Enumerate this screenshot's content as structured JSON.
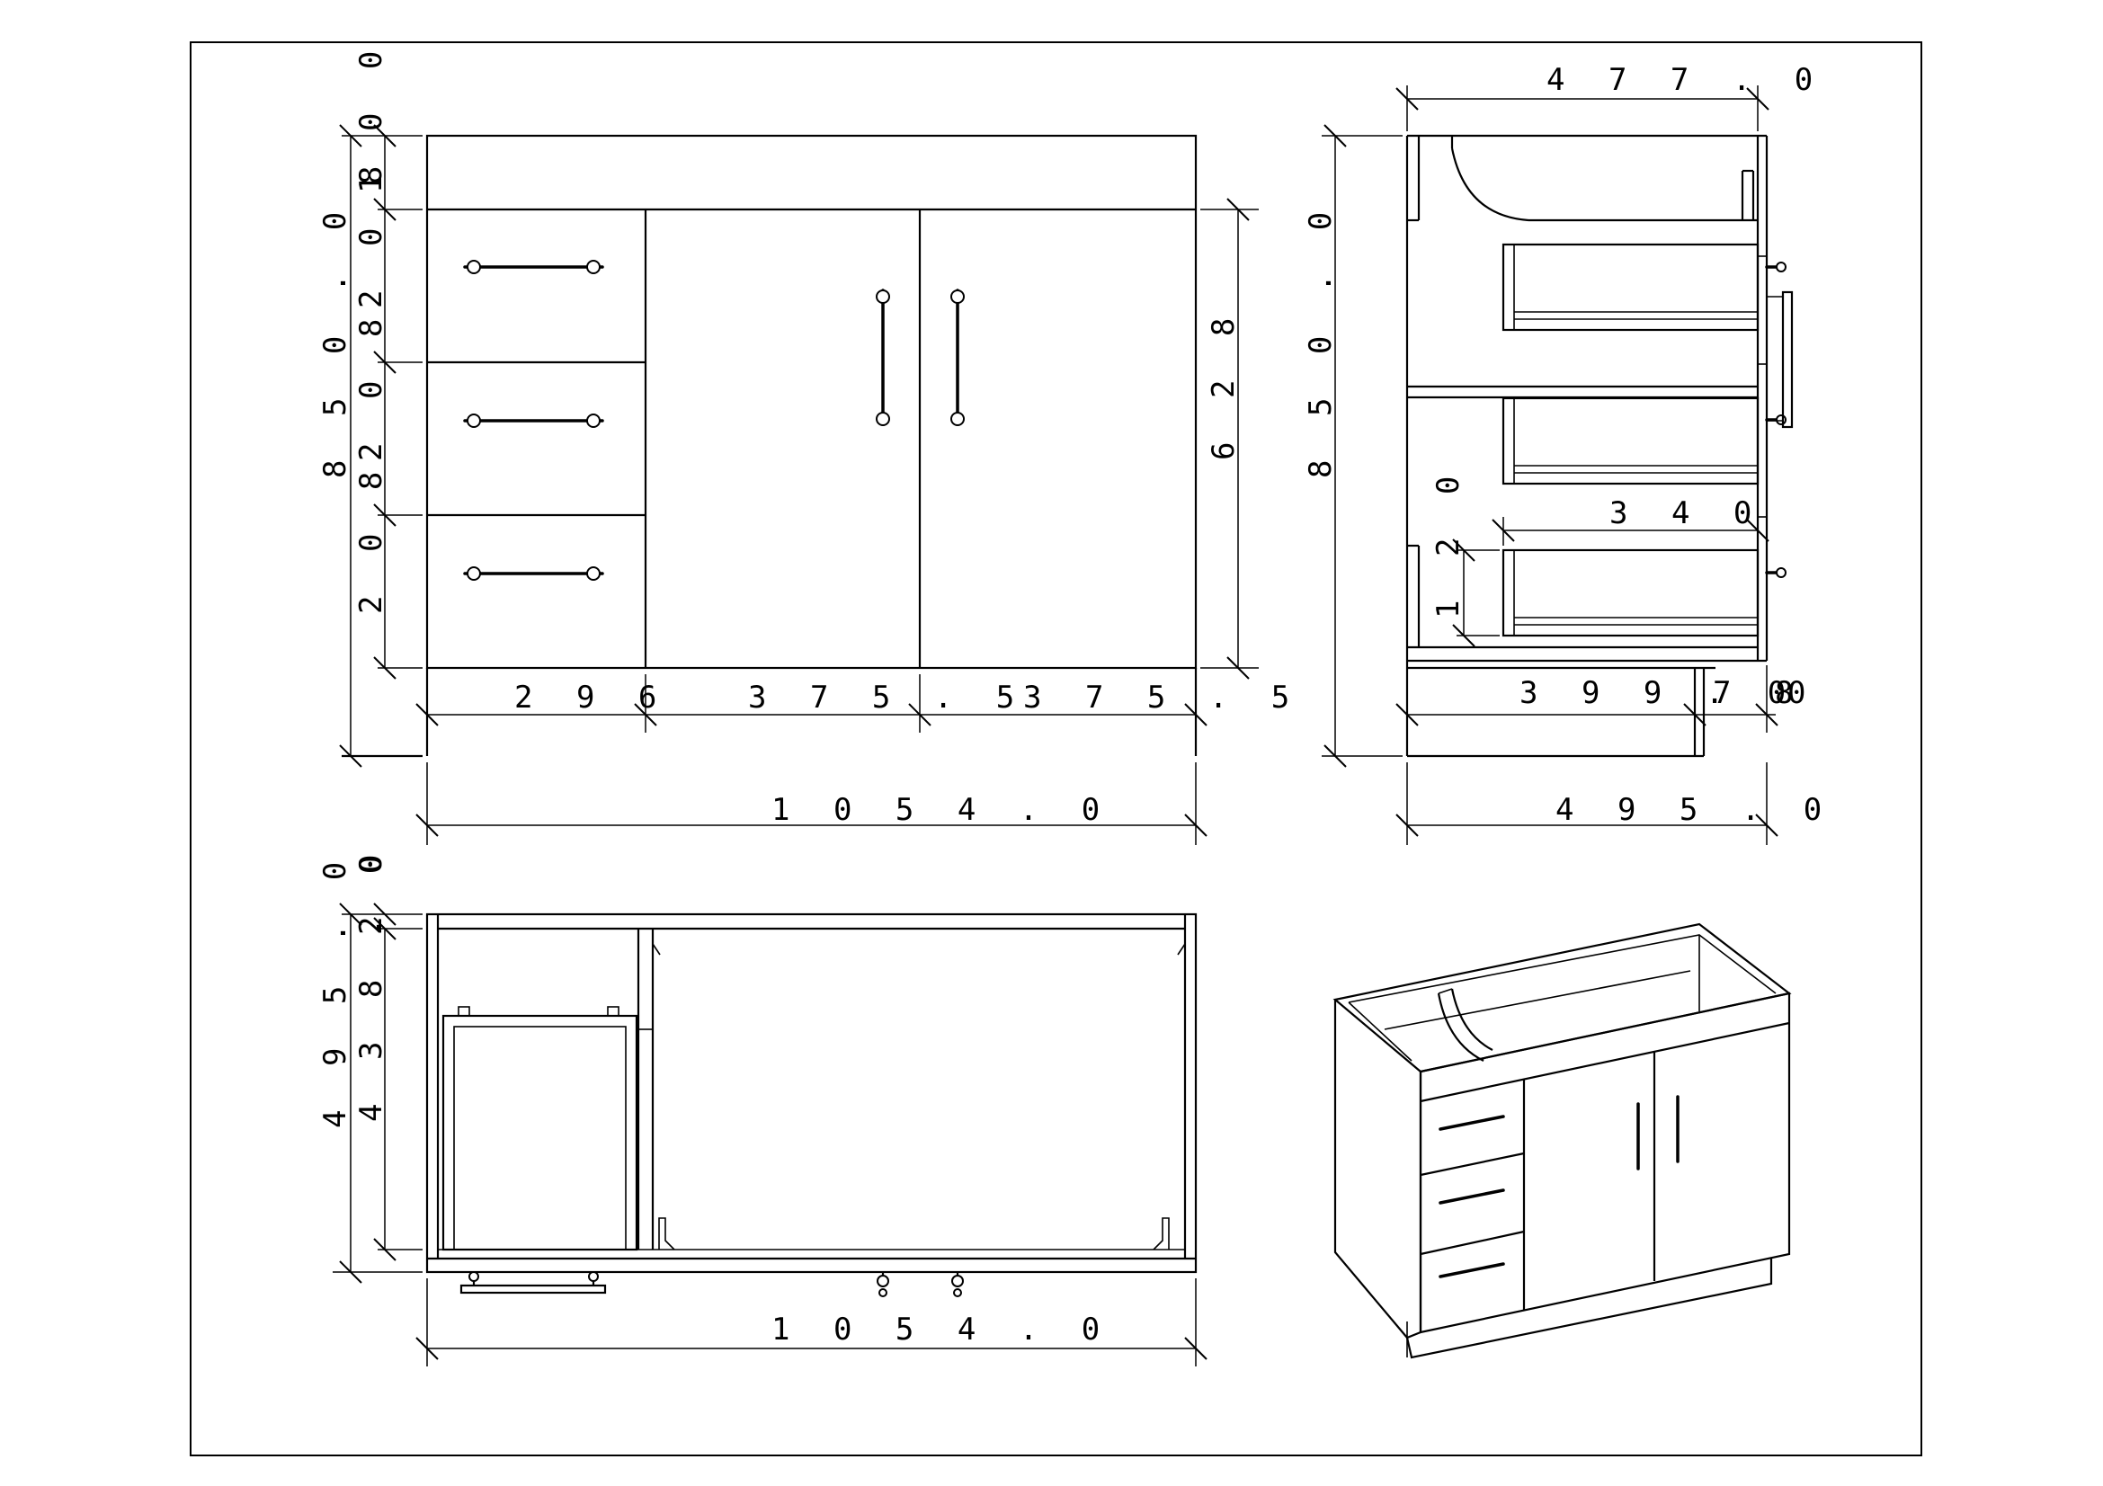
{
  "drawing": {
    "front_view": {
      "overall_height": "8 5 0 . 0",
      "top_rail": "1 0 0",
      "drawer_1": "2 0 8",
      "drawer_2": "2 0 8",
      "drawer_3": "2 0 8",
      "door_height": "6 2 8",
      "drawer_width": "2 9 6",
      "door_left_width": "3 7 5 . 5",
      "door_right_width": "3 7 5 . 5",
      "overall_width": "1 0 5 4 . 0"
    },
    "side_view": {
      "top_depth": "4 7 7 . 0",
      "overall_height": "8 5 0 . 0",
      "drawer_depth": "3 4 0",
      "drawer_height": "1 2 0",
      "base_depth": "3 9 9 . 0",
      "plinth_recess": "7 8",
      "plinth_gap": "0",
      "overall_depth": "4 9 5 . 0"
    },
    "plan_view": {
      "overall_depth": "4 9 5 . 0",
      "inner_depth": "4 3 8 . 0",
      "back_gap": "2 0",
      "overall_width": "1 0 5 4 . 0"
    }
  }
}
